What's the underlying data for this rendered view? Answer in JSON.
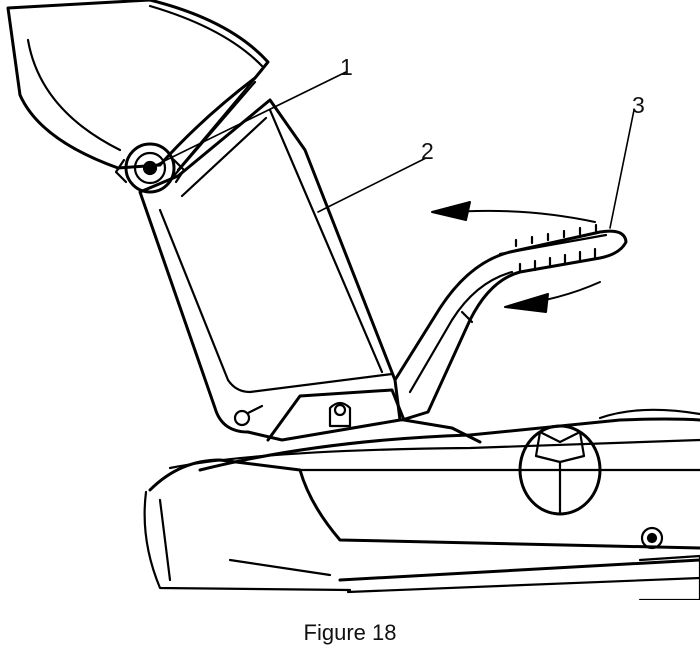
{
  "callouts": {
    "chute_pivot": "1",
    "chute_support": "2",
    "control_handle": "3"
  },
  "caption": "Figure 18"
}
